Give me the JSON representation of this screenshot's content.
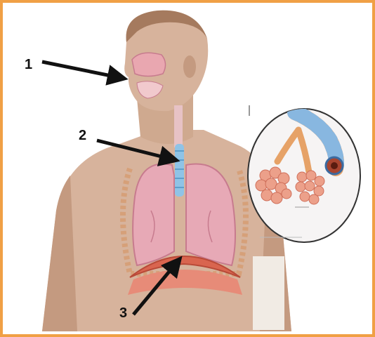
{
  "labels": [
    {
      "id": "1",
      "text": "1"
    },
    {
      "id": "2",
      "text": "2"
    },
    {
      "id": "3",
      "text": "3"
    }
  ],
  "colors": {
    "border": "#f0a045",
    "skin": "#d7b39c",
    "skin_shadow": "#c49a80",
    "lung": "#e7a9b6",
    "lung_edge": "#c77b8e",
    "trachea": "#8fc3e6",
    "diaphragm": "#d9654f",
    "alveoli": "#eca08a",
    "arrow": "#111111"
  }
}
